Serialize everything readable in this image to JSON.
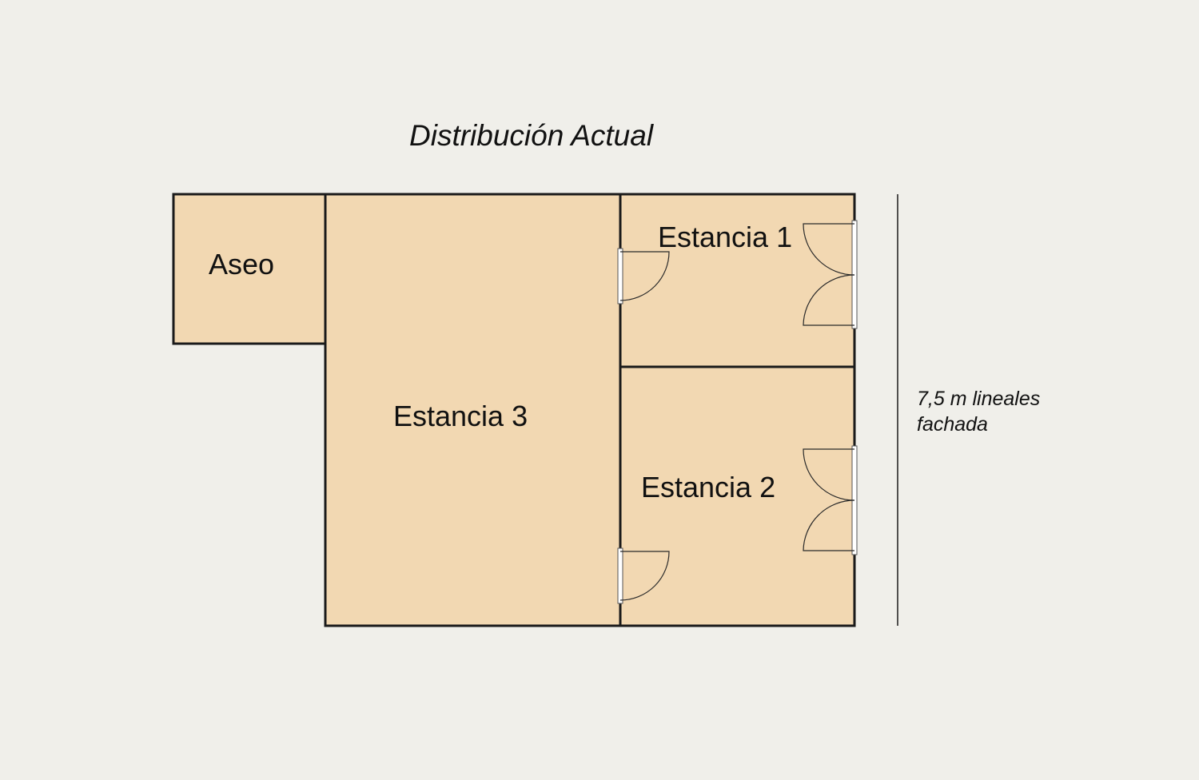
{
  "title": "Distribución Actual",
  "colors": {
    "background": "#f0efea",
    "room_fill": "#f2d8b2",
    "wall": "#1a1a1a",
    "text": "#111111"
  },
  "rooms": {
    "aseo": {
      "label": "Aseo"
    },
    "estancia_1": {
      "label": "Estancia 1"
    },
    "estancia_2": {
      "label": "Estancia 2"
    },
    "estancia_3": {
      "label": "Estancia 3"
    }
  },
  "facade_note": {
    "line1": "7,5 m lineales",
    "line2": "fachada"
  }
}
